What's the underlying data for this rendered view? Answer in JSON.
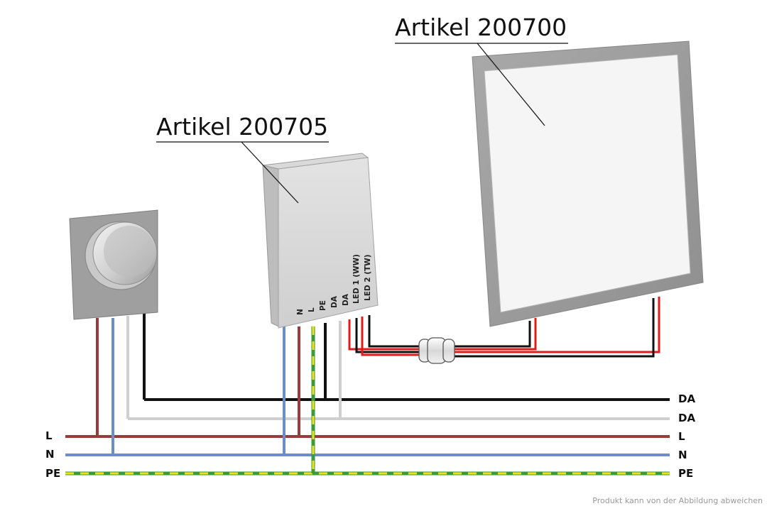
{
  "labels": {
    "article_panel": "Artikel 200700",
    "article_controller": "Artikel 200705"
  },
  "bus": {
    "left": [
      "L",
      "N",
      "PE"
    ],
    "right": [
      "DA",
      "DA",
      "L",
      "N",
      "PE"
    ]
  },
  "terminals": [
    "N",
    "L",
    "PE",
    "DA",
    "DA",
    "LED 1 (WW)",
    "LED 2 (TW)"
  ],
  "disclaimer": "Produkt kann von der Abbildung abweichen",
  "colors": {
    "L": "#9a3a3a",
    "N": "#6b8ec7",
    "PE_green": "#3b9b3b",
    "PE_yellow": "#f2e01c",
    "DA_black": "#111111",
    "DA_grey": "#d9d9d9",
    "led_red": "#e11b1b",
    "panel_frame": "#9d9d9d",
    "panel_light": "#f5f5f5"
  },
  "icons": [
    "dimmer-switch-icon",
    "controller-box-icon",
    "led-panel-icon",
    "connector-icon"
  ]
}
